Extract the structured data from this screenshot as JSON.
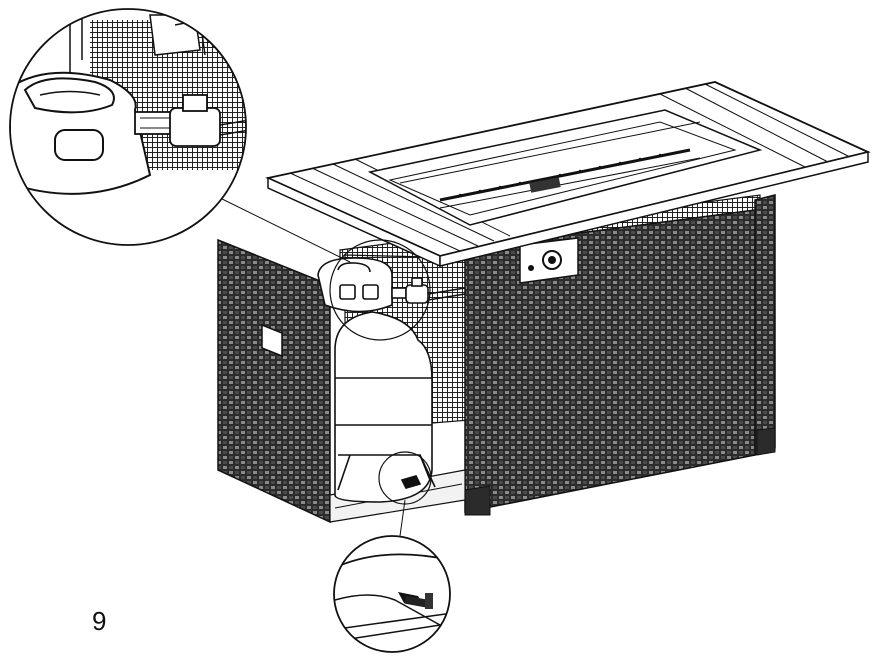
{
  "figure": {
    "step_number": "9",
    "subject": "fire-pit-table-with-propane-tank",
    "callouts": [
      "tank-valve-connection-detail",
      "tank-base-bracket-detail"
    ]
  },
  "colors": {
    "line": "#111111",
    "wicker_dark": "#2a2a2a",
    "background": "#ffffff"
  }
}
